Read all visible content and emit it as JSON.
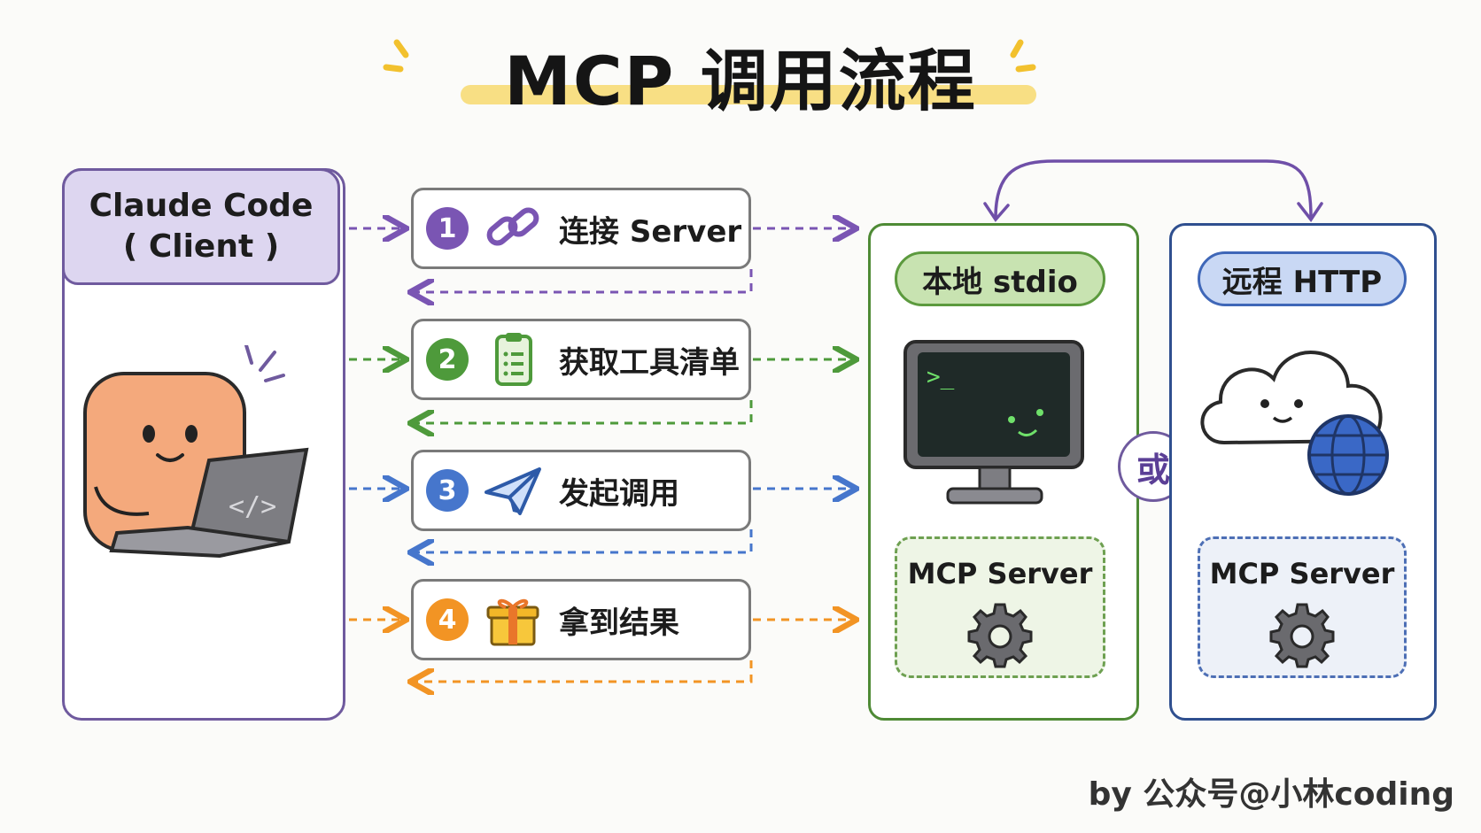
{
  "title": "MCP 调用流程",
  "client": {
    "line1": "Claude Code",
    "line2": "( Client )"
  },
  "steps": [
    {
      "num": "1",
      "label": "连接 Server",
      "color": "#7a55b3",
      "icon": "chain-link-icon"
    },
    {
      "num": "2",
      "label": "获取工具清单",
      "color": "#4e9a3b",
      "icon": "clipboard-list-icon"
    },
    {
      "num": "3",
      "label": "发起调用",
      "color": "#4676cc",
      "icon": "paper-plane-icon"
    },
    {
      "num": "4",
      "label": "拿到结果",
      "color": "#f29424",
      "icon": "gift-box-icon"
    }
  ],
  "local": {
    "label": "本地 stdio",
    "server": "MCP Server",
    "color": "#4e8a35"
  },
  "remote": {
    "label": "远程 HTTP",
    "server": "MCP Server",
    "color": "#2f4f8f"
  },
  "or_label": "或",
  "byline": "by 公众号@小林coding",
  "colors": {
    "purple": "#7a55b3",
    "green": "#4e9a3b",
    "blue": "#4676cc",
    "orange": "#f29424"
  }
}
